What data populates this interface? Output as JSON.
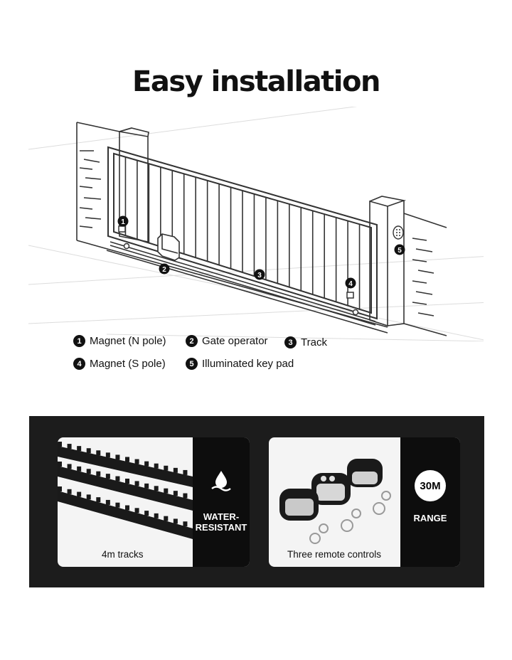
{
  "title": "Easy installation",
  "diagram": {
    "callouts": [
      "1",
      "2",
      "3",
      "4",
      "5"
    ]
  },
  "legend": [
    {
      "num": "1",
      "label": "Magnet (N pole)"
    },
    {
      "num": "2",
      "label": "Gate operator"
    },
    {
      "num": "3",
      "label": "Track"
    },
    {
      "num": "4",
      "label": "Magnet (S pole)"
    },
    {
      "num": "5",
      "label": "Illuminated key pad"
    }
  ],
  "features": {
    "tracks": {
      "caption": "4m tracks",
      "icon": "water-drop-icon",
      "strip_line1": "WATER-",
      "strip_line2": "RESISTANT"
    },
    "remotes": {
      "caption": "Three remote controls",
      "badge": "30M",
      "strip_label": "RANGE"
    }
  }
}
